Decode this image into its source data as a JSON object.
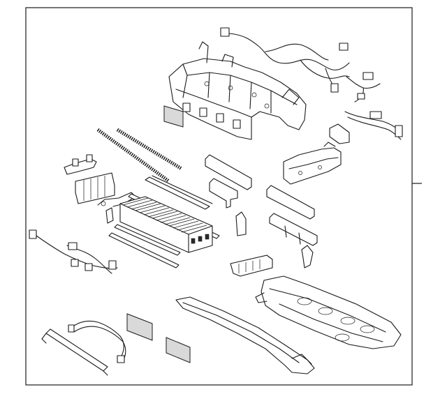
{
  "diagram": {
    "labels": [],
    "parts": [
      "upper-bracket-assembly",
      "wire-harness-upper",
      "harness-small",
      "bracket-right-upper",
      "bracket-right",
      "label-plate",
      "threaded-rod-left",
      "threaded-rod-right",
      "bracket-small-left",
      "cover-plate-left",
      "clip-bracket",
      "bus-bar-long",
      "battery-module",
      "side-rail-lower",
      "side-rail-upper",
      "bracket-center",
      "small-bracket-vertical",
      "plate-vertical",
      "channel-right-upper",
      "channel-right-lower",
      "harness-lower-left",
      "connector-block",
      "clip-small",
      "tray-lower",
      "side-frame-lower",
      "bar-lower-left",
      "wire-lower",
      "panel-small-1",
      "panel-small-2"
    ]
  }
}
